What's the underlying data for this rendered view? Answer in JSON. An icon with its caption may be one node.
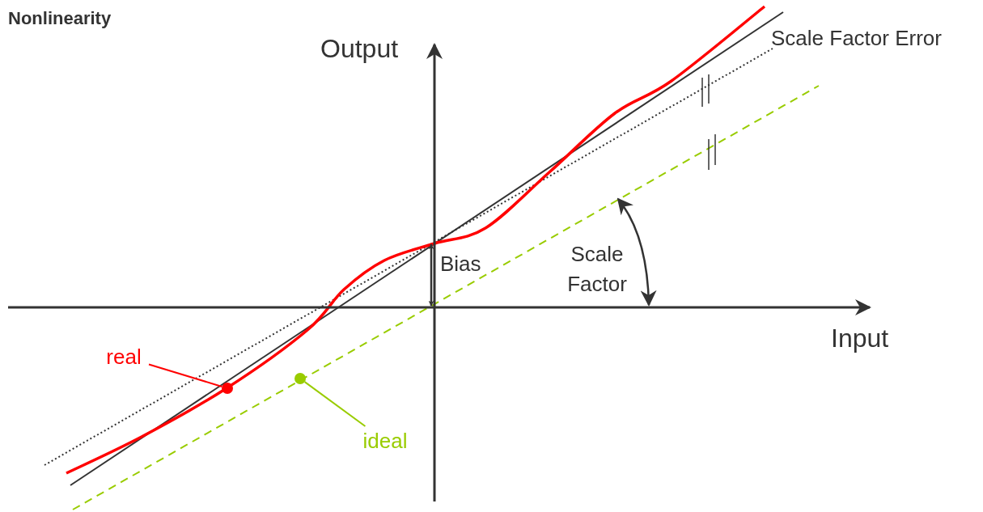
{
  "diagram": {
    "title": "Nonlinearity",
    "nodes": [
      {
        "text": [
          "real"
        ]
      },
      {
        "text": [],
        "shape": "circle"
      },
      {
        "text": [
          "ideal"
        ]
      },
      {
        "text": [],
        "shape": "circle"
      }
    ],
    "edges": [
      {
        "from": 0,
        "to": 1,
        "arrow": "none",
        "color": "#ff0000"
      },
      {
        "from": 2,
        "to": 3,
        "arrow": "none",
        "color": "#99cc00"
      }
    ],
    "labels": [
      "Output",
      "Input",
      "Scale Factor Error",
      "Bias",
      "Scale Factor"
    ]
  }
}
